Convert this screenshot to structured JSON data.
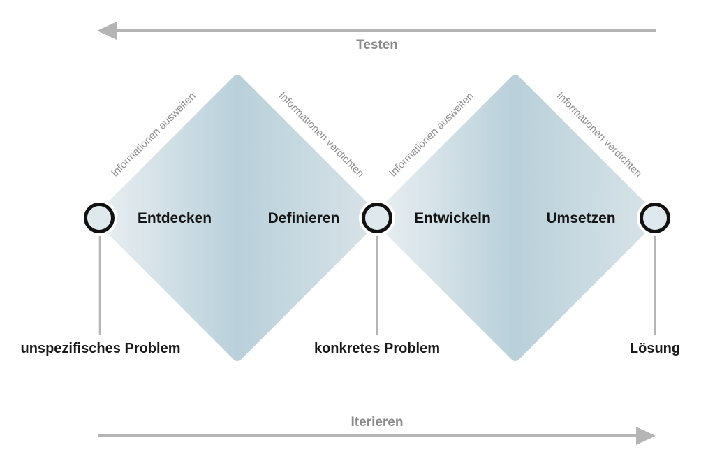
{
  "arrows": {
    "top_label": "Testen",
    "bottom_label": "Iterieren"
  },
  "diamonds": [
    {
      "left_phase": "Entdecken",
      "right_phase": "Definieren",
      "left_edge_label": "Informationen ausweiten",
      "right_edge_label": "Informationen verdichten"
    },
    {
      "left_phase": "Entwickeln",
      "right_phase": "Umsetzen",
      "left_edge_label": "Informationen ausweiten",
      "right_edge_label": "Informationen verdichten"
    }
  ],
  "milestones": [
    "unspezifisches Problem",
    "konkretes Problem",
    "Lösung"
  ],
  "colors": {
    "diamond_light": "#eaeff2",
    "diamond_mid": "#b9d0da",
    "diamond_end": "#d8e3e8",
    "edge_line": "#c7c7c7",
    "arrow": "#b5b5b5",
    "arrow_text": "#8a8a8a",
    "edge_text": "#8e8e8e",
    "milestone_line": "#b5b5b5",
    "circle_fill": "#dfe9ed",
    "circle_stroke": "#111111"
  }
}
